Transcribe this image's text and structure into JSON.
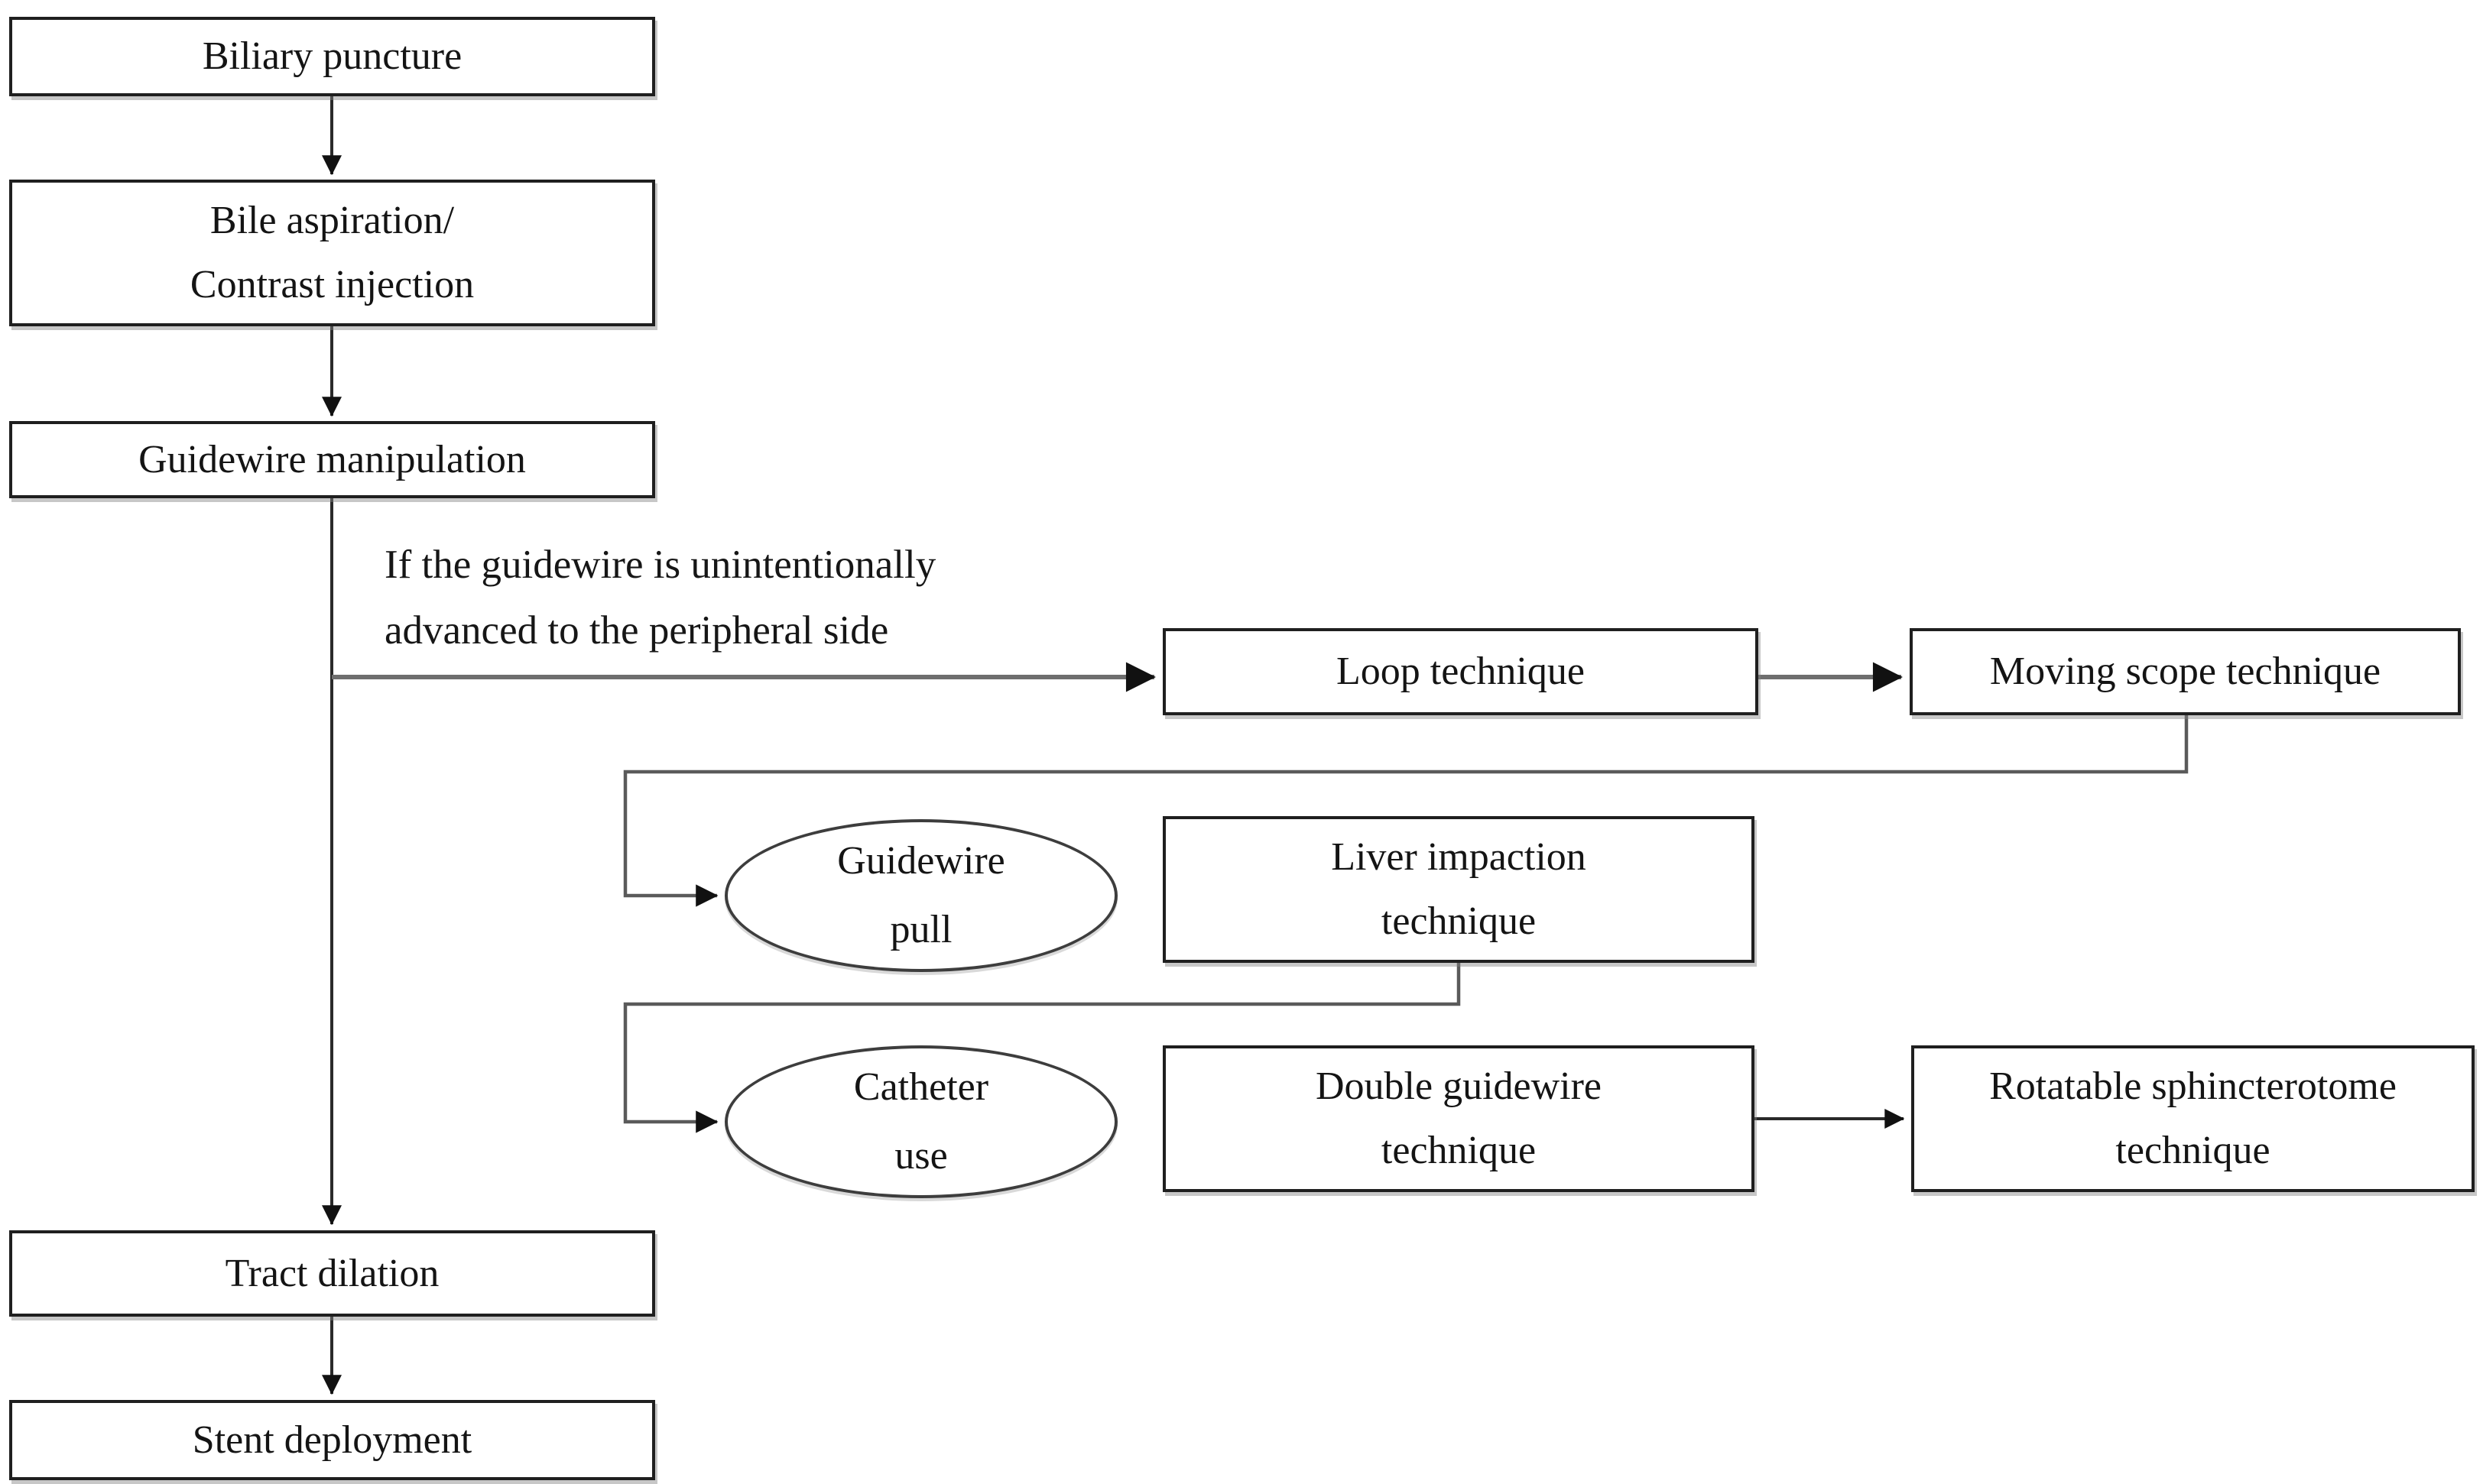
{
  "colors": {
    "background": "#ffffff",
    "box_border": "#1f1f1f",
    "ellipse_border": "#3d3d3d",
    "connector_gray": "#6e6e6e",
    "connector_black": "#2a2a2a",
    "text": "#141414"
  },
  "nodes": {
    "biliary_puncture": {
      "label": "Biliary puncture",
      "shape": "rect"
    },
    "bile_aspiration": {
      "label": "Bile aspiration/\nContrast injection",
      "shape": "rect"
    },
    "guidewire_manipulation": {
      "label": "Guidewire manipulation",
      "shape": "rect"
    },
    "tract_dilation": {
      "label": "Tract dilation",
      "shape": "rect"
    },
    "stent_deployment": {
      "label": "Stent deployment",
      "shape": "rect"
    },
    "loop_technique": {
      "label": "Loop technique",
      "shape": "rect"
    },
    "moving_scope_technique": {
      "label": "Moving scope technique",
      "shape": "rect"
    },
    "guidewire_pull": {
      "label": "Guidewire\npull",
      "shape": "ellipse"
    },
    "liver_impaction_technique": {
      "label": "Liver impaction\ntechnique",
      "shape": "rect"
    },
    "catheter_use": {
      "label": "Catheter\nuse",
      "shape": "ellipse"
    },
    "double_guidewire_technique": {
      "label": "Double guidewire\ntechnique",
      "shape": "rect"
    },
    "rotatable_sphincterotome_technique": {
      "label": "Rotatable sphincterotome\ntechnique",
      "shape": "rect"
    }
  },
  "annotation": {
    "label": "If the guidewire is unintentionally\nadvanced to the peripheral side"
  },
  "edges": [
    {
      "from": "biliary_puncture",
      "to": "bile_aspiration"
    },
    {
      "from": "bile_aspiration",
      "to": "guidewire_manipulation"
    },
    {
      "from": "guidewire_manipulation",
      "to": "tract_dilation"
    },
    {
      "from": "tract_dilation",
      "to": "stent_deployment"
    },
    {
      "from": "guidewire_manipulation",
      "to": "loop_technique",
      "condition": "If the guidewire is unintentionally advanced to the peripheral side"
    },
    {
      "from": "loop_technique",
      "to": "moving_scope_technique"
    },
    {
      "from": "moving_scope_technique",
      "to": "guidewire_pull"
    },
    {
      "from": "liver_impaction_technique",
      "to": "catheter_use"
    },
    {
      "from": "double_guidewire_technique",
      "to": "rotatable_sphincterotome_technique"
    }
  ]
}
